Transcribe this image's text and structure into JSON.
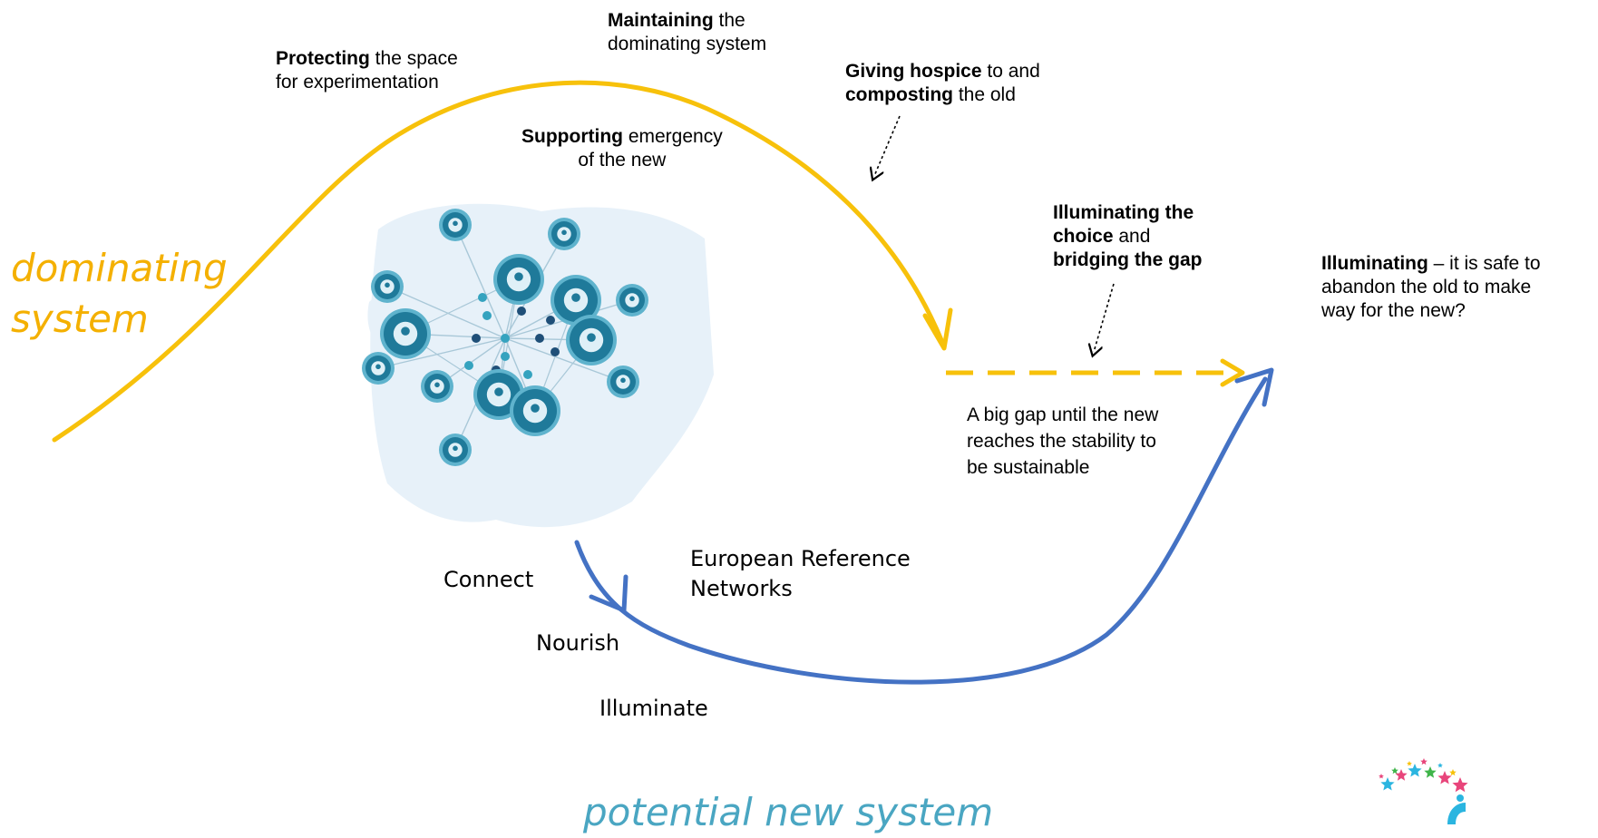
{
  "colors": {
    "dominating_curve": "#f7c10b",
    "new_curve": "#4472c4",
    "dominating_text": "#f4b000",
    "new_text": "#4aa6c2",
    "map_land": "#e7f1f9",
    "node_fill": "#1f7a9a",
    "node_ring": "#5fb3cd",
    "link_line": "#a9c8d8",
    "dot_dark": "#1f4f78",
    "dot_teal": "#35a3bf"
  },
  "labels": {
    "dominating_system": {
      "line1": "dominating",
      "line2": "system"
    },
    "potential_new_system": "potential new system",
    "maintaining": {
      "bold": "Maintaining",
      "rest1": " the",
      "line2": "dominating system"
    },
    "protecting": {
      "bold": "Protecting",
      "rest1": " the space",
      "line2": "for experimentation"
    },
    "giving_hospice": {
      "bold1": "Giving hospice",
      "rest1": " to and",
      "bold2": "composting",
      "rest2": " the old"
    },
    "supporting": {
      "bold": "Supporting",
      "rest1": " emergency",
      "line2": "of the new"
    },
    "illuminating_choice": {
      "line1": "Illuminating the",
      "line2_bold": "choice",
      "line2_rest": " and",
      "line3": "bridging the gap"
    },
    "illuminating_safe": {
      "bold": "Illuminating",
      "rest1": " – it is safe to",
      "line2": "abandon the old to make",
      "line3": "way for the new?"
    },
    "big_gap": {
      "line1": "A big gap until the new",
      "line2": "reaches the stability to",
      "line3": "be sustainable"
    },
    "ern": {
      "line1": "European Reference",
      "line2": "Networks"
    },
    "connect": "Connect",
    "nourish": "Nourish",
    "illuminate": "Illuminate"
  },
  "map_icons": [
    "doctor-icon",
    "hospital-icon",
    "document-icon",
    "stethoscope-icon",
    "medical-kit-icon",
    "microscope-icon"
  ],
  "logo": {
    "icon": "stars-and-person-logo",
    "star_colors": [
      "#e8457b",
      "#2bb5e0",
      "#3fb44a",
      "#f7c10b"
    ]
  }
}
